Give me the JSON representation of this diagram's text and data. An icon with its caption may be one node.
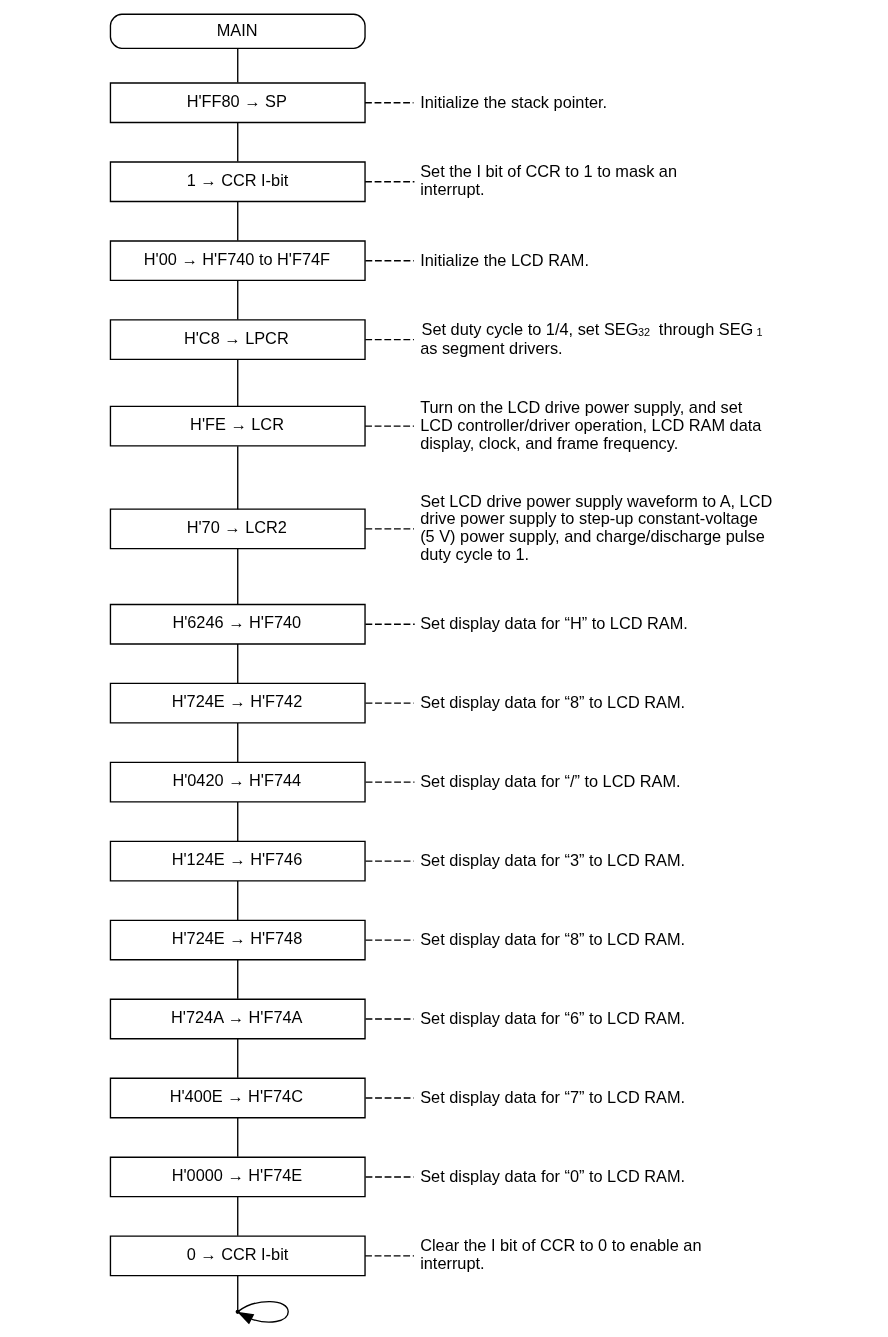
{
  "diagram": {
    "nodes": [
      {
        "text": [
          "MAIN"
        ]
      },
      {
        "text": [
          "H'FF80 → SP"
        ]
      },
      {
        "text": [
          "Initialize the stack pointer."
        ]
      },
      {
        "text": [
          "1 → CCR I-bit"
        ]
      },
      {
        "text": [
          "Set the I bit of CCR to 1 to mask an interrupt."
        ]
      },
      {
        "text": [
          "H'00 → H'F740 to H'F74F"
        ]
      },
      {
        "text": [
          "Initialize the LCD RAM."
        ]
      },
      {
        "text": [
          "H'C8 → LPCR"
        ]
      },
      {
        "text": [
          "Set duty cycle to 1/4, set SEG$_{32}$ through SEG$_{1}$ as segment drivers."
        ]
      },
      {
        "text": [
          "H'FE → LCR"
        ]
      },
      {
        "text": [
          "Turn on the LCD drive power supply, and set LCD controller/driver operation, LCD RAM data display, clock, and frame frequency."
        ]
      },
      {
        "text": [
          "H'70 → LCR2"
        ]
      },
      {
        "text": [
          "Set LCD drive power supply waveform to A, LCD drive power supply to step-up constant-voltage (5 V) power supply, and charge/discharge pulse duty cycle to 1."
        ]
      },
      {
        "text": [
          "H'6246 → H'F740"
        ]
      },
      {
        "text": [
          "Set display data for “H” to LCD RAM."
        ]
      },
      {
        "text": [
          "H'724E → H'F742"
        ]
      },
      {
        "text": [
          "Set display data for “8” to LCD RAM."
        ]
      },
      {
        "text": [
          "H'0420 → H'F744"
        ]
      },
      {
        "text": [
          "Set display data for “/” to LCD RAM."
        ]
      },
      {
        "text": [
          "H'124E → H'F746"
        ]
      },
      {
        "text": [
          "Set display data for “3” to LCD RAM."
        ]
      },
      {
        "text": [
          "H'724E → H'F748"
        ]
      },
      {
        "text": [
          "Set display data for “8” to LCD RAM."
        ]
      },
      {
        "text": [
          "H'724A → H'F74A"
        ]
      },
      {
        "text": [
          "Set display data for “6” to LCD RAM."
        ]
      },
      {
        "text": [
          "H'400E → H'F74C"
        ]
      },
      {
        "text": [
          "Set display data for “7” to LCD RAM."
        ]
      },
      {
        "text": [
          "H'0000 → H'F74E"
        ]
      },
      {
        "text": [
          "Set display data for “0” to LCD RAM."
        ]
      },
      {
        "text": [
          "0 → CCR I-bit"
        ]
      },
      {
        "text": [
          "Clear the I bit of CCR to 0 to enable an interrupt."
        ]
      },
      {
        "text": [],
        "shape": "point"
      }
    ],
    "edges": [
      {
        "from": 0,
        "to": 1,
        "arrow": "none"
      },
      {
        "from": 1,
        "to": 2,
        "arrow": "none",
        "style": "dashed"
      },
      {
        "from": 1,
        "to": 3,
        "arrow": "none"
      },
      {
        "from": 3,
        "to": 4,
        "arrow": "none",
        "style": "dashed"
      },
      {
        "from": 3,
        "to": 5,
        "arrow": "none"
      },
      {
        "from": 5,
        "to": 6,
        "arrow": "none",
        "style": "dashed"
      },
      {
        "from": 5,
        "to": 7,
        "arrow": "none"
      },
      {
        "from": 7,
        "to": 8,
        "arrow": "none",
        "style": "dashed"
      },
      {
        "from": 7,
        "to": 9,
        "arrow": "none"
      },
      {
        "from": 9,
        "to": 10,
        "arrow": "none",
        "style": "dashed"
      },
      {
        "from": 9,
        "to": 11,
        "arrow": "none"
      },
      {
        "from": 11,
        "to": 12,
        "arrow": "none",
        "style": "dashed"
      },
      {
        "from": 11,
        "to": 13,
        "arrow": "none"
      },
      {
        "from": 13,
        "to": 14,
        "arrow": "none",
        "style": "dashed"
      },
      {
        "from": 13,
        "to": 15,
        "arrow": "none"
      },
      {
        "from": 15,
        "to": 16,
        "arrow": "none",
        "style": "dashed"
      },
      {
        "from": 15,
        "to": 17,
        "arrow": "none"
      },
      {
        "from": 17,
        "to": 18,
        "arrow": "none",
        "style": "dashed"
      },
      {
        "from": 17,
        "to": 19,
        "arrow": "none"
      },
      {
        "from": 19,
        "to": 20,
        "arrow": "none",
        "style": "dashed"
      },
      {
        "from": 19,
        "to": 21,
        "arrow": "none"
      },
      {
        "from": 21,
        "to": 22,
        "arrow": "none",
        "style": "dashed"
      },
      {
        "from": 21,
        "to": 23,
        "arrow": "none"
      },
      {
        "from": 23,
        "to": 24,
        "arrow": "none",
        "style": "dashed"
      },
      {
        "from": 23,
        "to": 25,
        "arrow": "none"
      },
      {
        "from": 25,
        "to": 26,
        "arrow": "none",
        "style": "dashed"
      },
      {
        "from": 25,
        "to": 27,
        "arrow": "none"
      },
      {
        "from": 27,
        "to": 28,
        "arrow": "none",
        "style": "dashed"
      },
      {
        "from": 27,
        "to": 29,
        "arrow": "none"
      },
      {
        "from": 29,
        "to": 30,
        "arrow": "none",
        "style": "dashed"
      },
      {
        "from": 29,
        "to": 31,
        "arrow": "none"
      },
      {
        "from": 31,
        "to": 31,
        "arrow": "to"
      }
    ]
  }
}
